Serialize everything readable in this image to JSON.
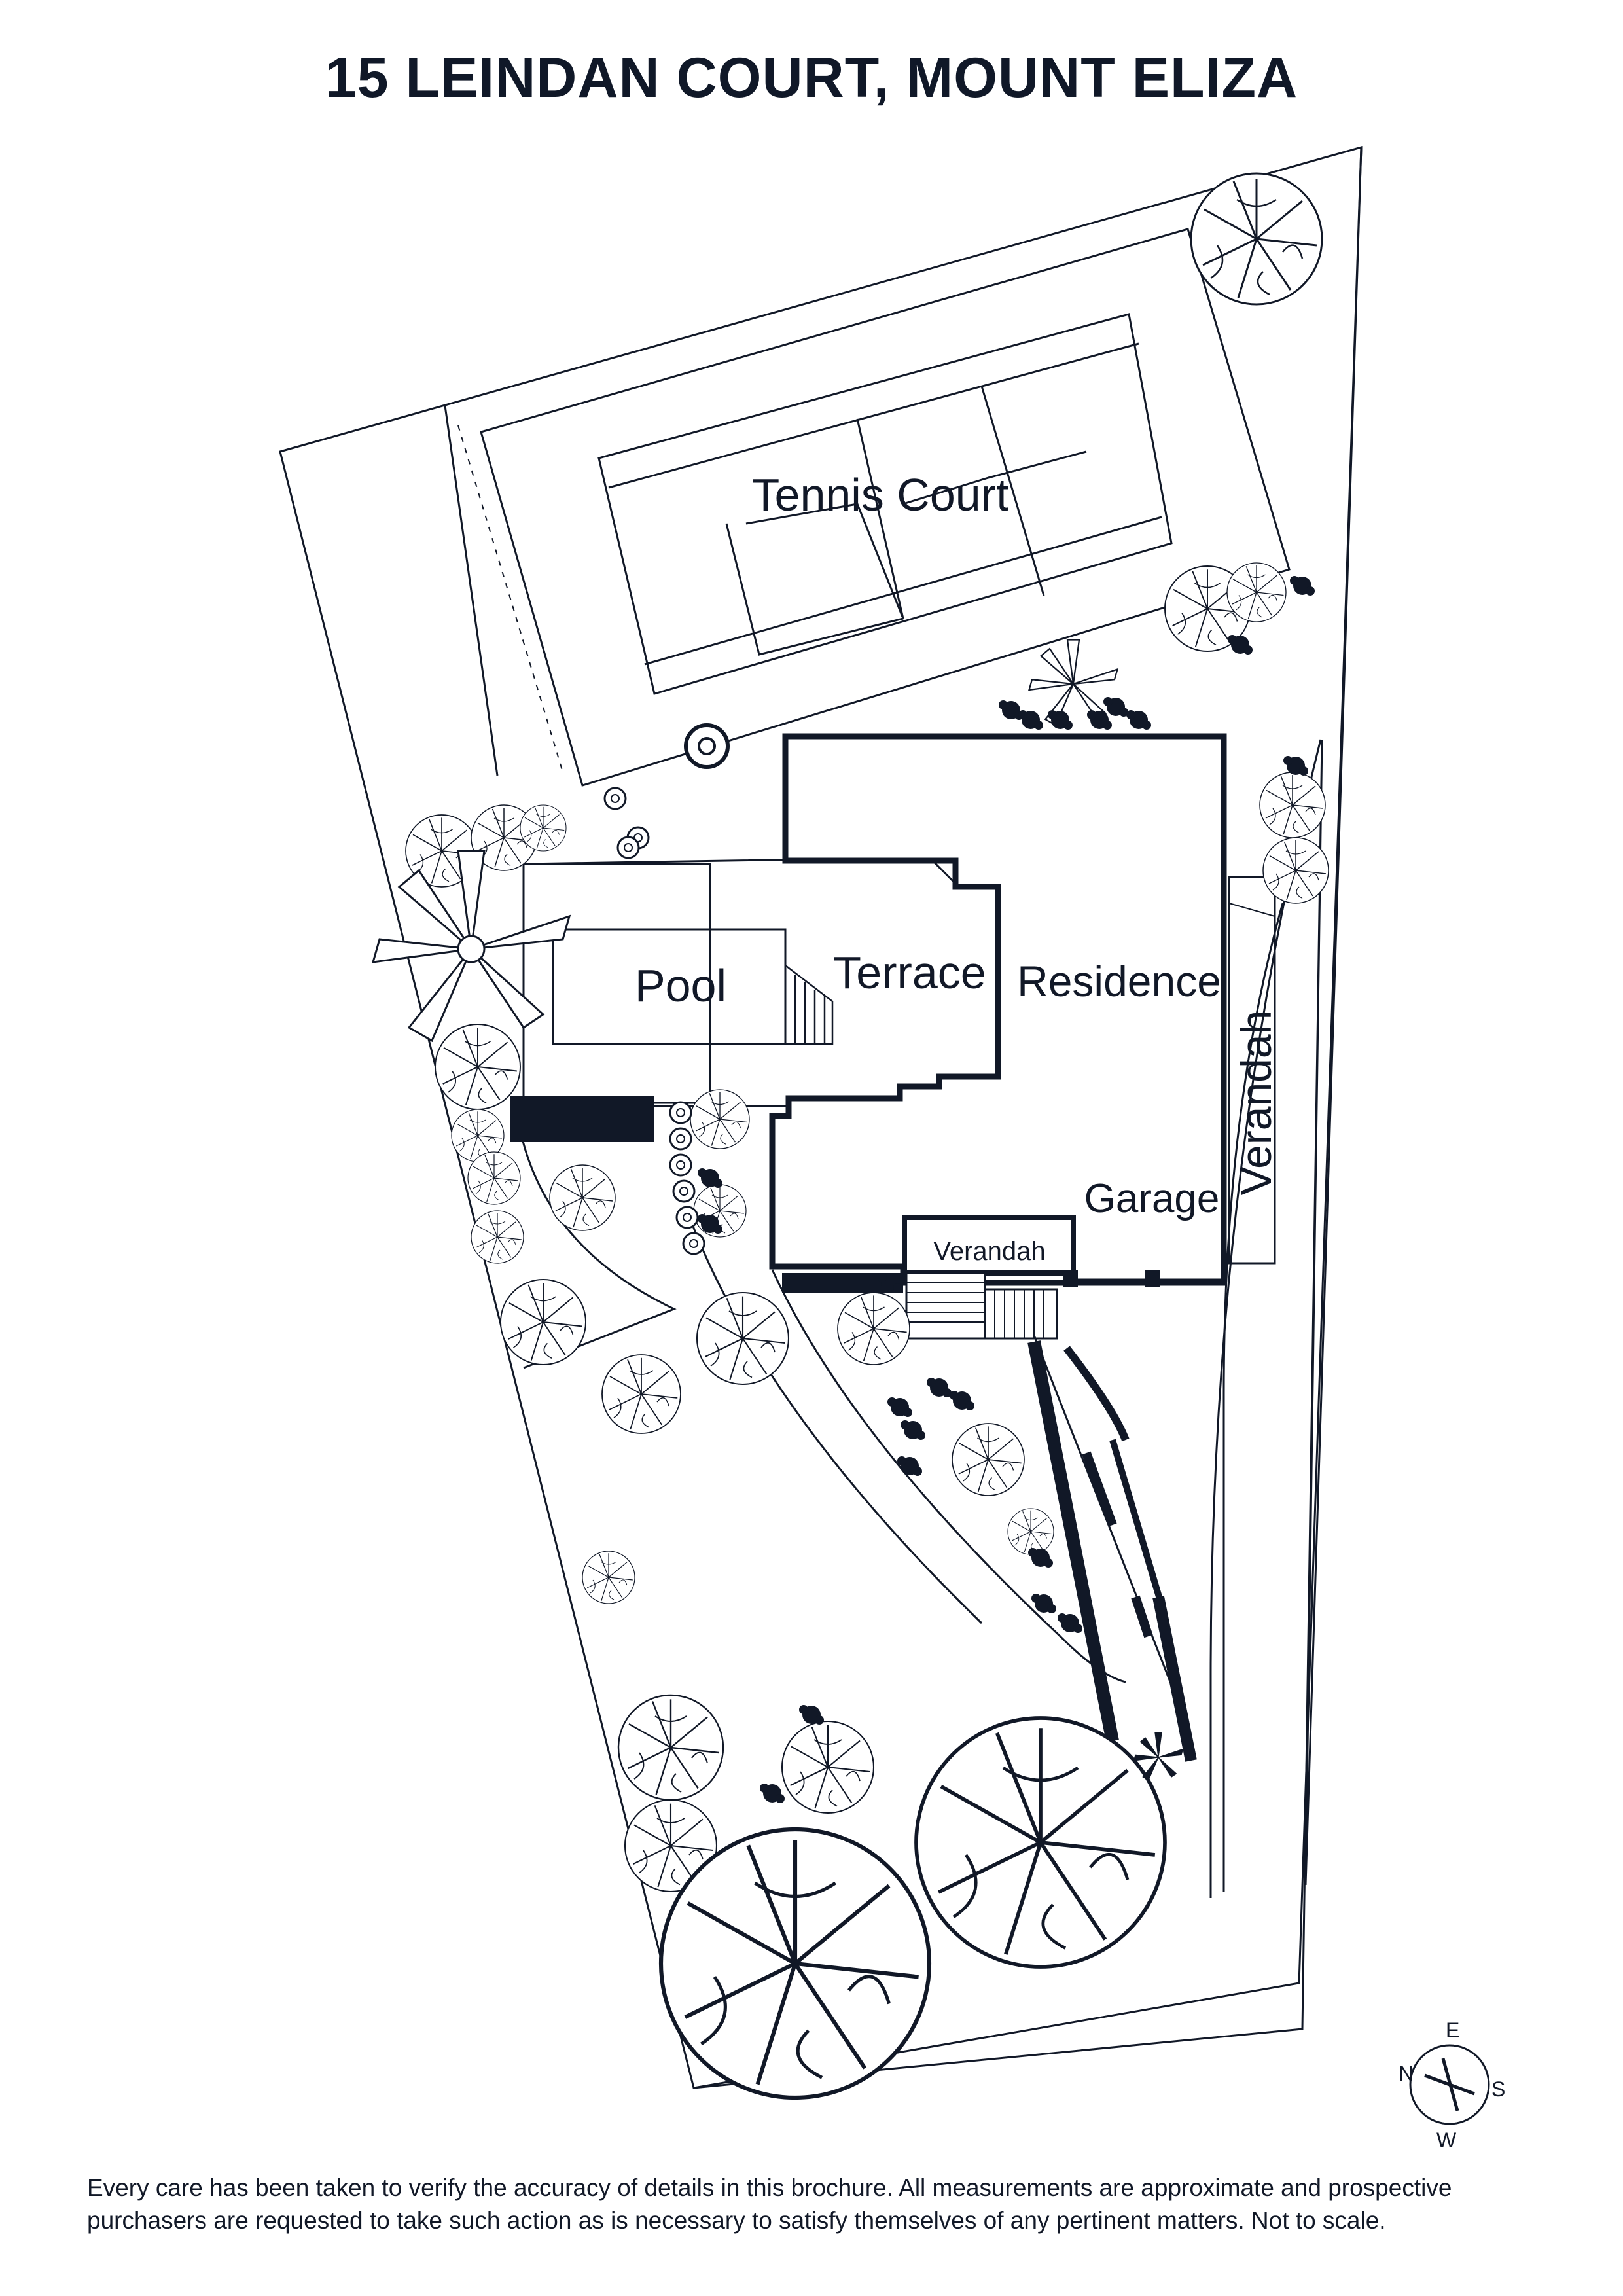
{
  "title": "15 LEINDAN COURT, MOUNT ELIZA",
  "labels": {
    "tennis_court": "Tennis Court",
    "pool": "Pool",
    "terrace": "Terrace",
    "residence": "Residence",
    "verandah_side": "Verandah",
    "garage": "Garage",
    "verandah_front": "Verandah"
  },
  "compass": {
    "north": "N",
    "east": "E",
    "south": "S",
    "west": "W"
  },
  "disclaimer": {
    "line1": "Every care has been taken to verify the accuracy of details in this brochure. All measurements are approximate and prospective",
    "line2": "purchasers are requested to take such action as is necessary to satisfy themselves of any pertinent matters. Not to scale."
  },
  "colors": {
    "ink": "#111827",
    "background": "#ffffff"
  },
  "icons": [
    "tree-canopy-icon",
    "shrub-icon",
    "palm-icon",
    "compass-icon"
  ]
}
